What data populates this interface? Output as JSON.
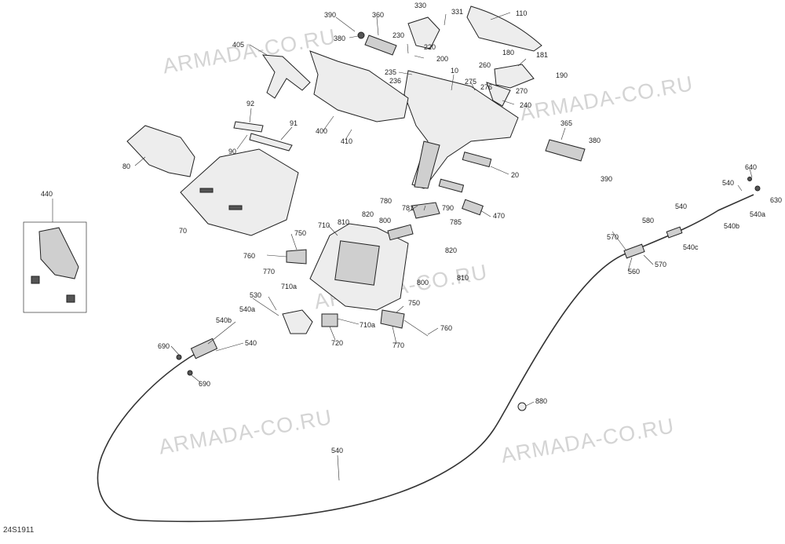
{
  "watermark": "ARMADA-CO.RU",
  "diagram_code": "24S1911",
  "callouts": {
    "c390": "390",
    "c360": "360",
    "c330": "330",
    "c331": "331",
    "c110": "110",
    "c380": "380",
    "c230": "230",
    "c220": "220",
    "c200": "200",
    "c405": "405",
    "c235": "235",
    "c236": "236",
    "c10": "10",
    "c180": "180",
    "c181": "181",
    "c260": "260",
    "c190": "190",
    "c275": "275",
    "c276": "276",
    "c270": "270",
    "c240": "240",
    "c92": "92",
    "c91": "91",
    "c400": "400",
    "c410": "410",
    "c90": "90",
    "c365": "365",
    "c380b": "380",
    "c80": "80",
    "c20": "20",
    "c390b": "390",
    "c440": "440",
    "c640": "640",
    "c540": "540",
    "c630": "630",
    "c780": "780",
    "c781": "781",
    "c790": "790",
    "c540b": "540",
    "c540a": "540a",
    "c470": "470",
    "c820": "820",
    "c810": "810",
    "c800": "800",
    "c785": "785",
    "c580": "580",
    "c540bb": "540b",
    "c70": "70",
    "c710": "710",
    "c750": "750",
    "c570": "570",
    "c540c": "540c",
    "c760": "760",
    "c820b": "820",
    "c570b": "570",
    "c770": "770",
    "c560": "560",
    "c800b": "800",
    "c810b": "810",
    "c710a": "710a",
    "c530": "530",
    "c540a2": "540a",
    "c750b": "750",
    "c540b2": "540b",
    "c710a2": "710a",
    "c760b": "760",
    "c540d": "540",
    "c720": "720",
    "c770b": "770",
    "c690": "690",
    "c690b": "690",
    "c880": "880",
    "c540e": "540"
  }
}
